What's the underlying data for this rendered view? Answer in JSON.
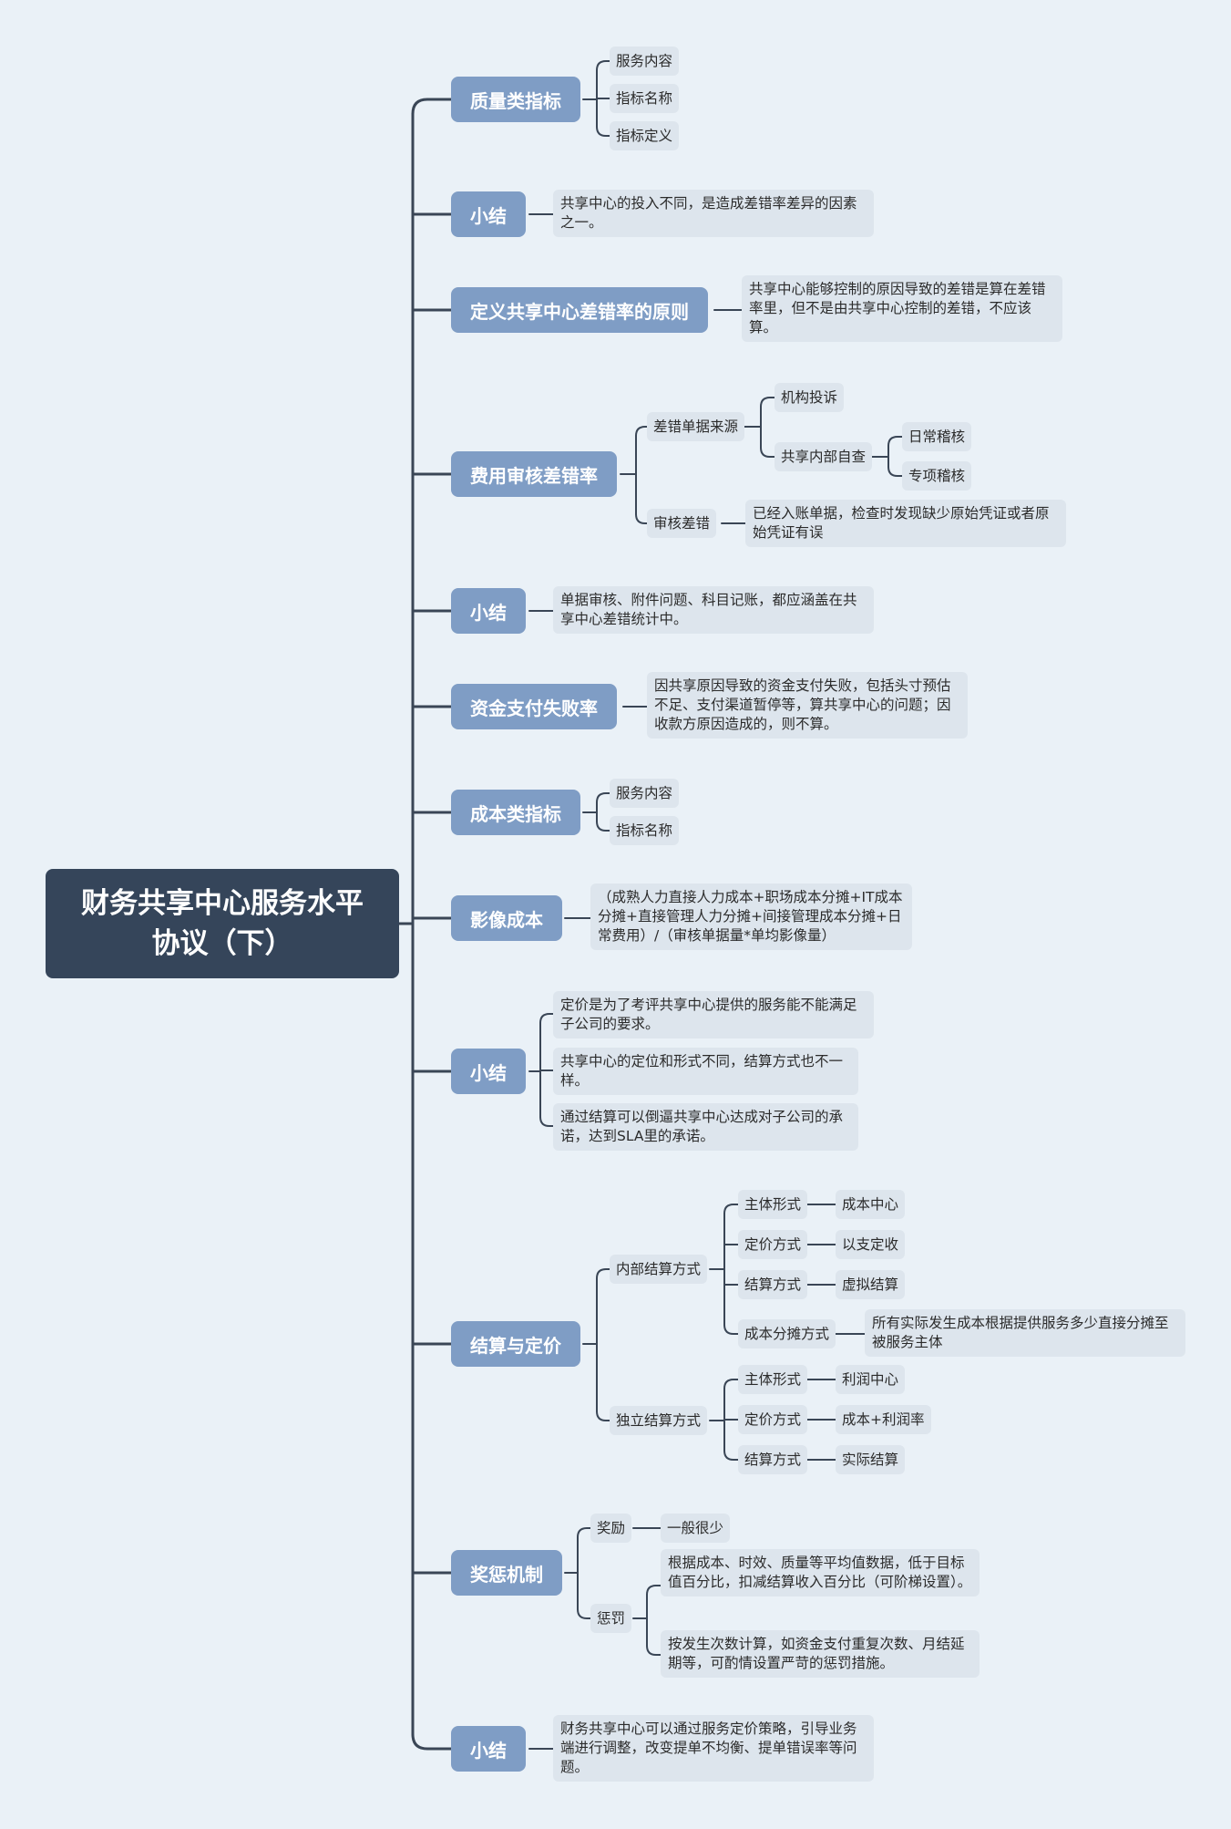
{
  "root": {
    "title": "财务共享中心服务水平协议（下）"
  },
  "quality": {
    "label": "质量类指标",
    "items": [
      "服务内容",
      "指标名称",
      "指标定义"
    ]
  },
  "summary1": {
    "label": "小结",
    "text": "共享中心的投入不同，是造成差错率差异的因素之一。"
  },
  "principle": {
    "label": "定义共享中心差错率的原则",
    "text": "共享中心能够控制的原因导致的差错是算在差错率里，但不是由共享中心控制的差错，不应该算。"
  },
  "expense": {
    "label": "费用审核差错率",
    "source": {
      "label": "差错单据来源",
      "complaint": "机构投诉",
      "internal": "共享内部自查",
      "daily": "日常稽核",
      "special": "专项稽核"
    },
    "audit": {
      "label": "审核差错",
      "text": "已经入账单据，检查时发现缺少原始凭证或者原始凭证有误"
    }
  },
  "summary2": {
    "label": "小结",
    "text": "单据审核、附件问题、科目记账，都应涵盖在共享中心差错统计中。"
  },
  "payment": {
    "label": "资金支付失败率",
    "text": "因共享原因导致的资金支付失败，包括头寸预估不足、支付渠道暂停等，算共享中心的问题；因收款方原因造成的，则不算。"
  },
  "cost": {
    "label": "成本类指标",
    "items": [
      "服务内容",
      "指标名称"
    ]
  },
  "imaging": {
    "label": "影像成本",
    "text": "（成熟人力直接人力成本+职场成本分摊+IT成本分摊+直接管理人力分摊+间接管理成本分摊+日常费用）/（审核单据量*单均影像量）"
  },
  "summary3": {
    "label": "小结",
    "items": [
      "定价是为了考评共享中心提供的服务能不能满足子公司的要求。",
      "共享中心的定位和形式不同，结算方式也不一样。",
      "通过结算可以倒逼共享中心达成对子公司的承诺，达到SLA里的承诺。"
    ]
  },
  "settlement": {
    "label": "结算与定价",
    "internal": {
      "label": "内部结算方式",
      "rows": [
        {
          "k": "主体形式",
          "v": "成本中心"
        },
        {
          "k": "定价方式",
          "v": "以支定收"
        },
        {
          "k": "结算方式",
          "v": "虚拟结算"
        },
        {
          "k": "成本分摊方式",
          "v": "所有实际发生成本根据提供服务多少直接分摊至被服务主体"
        }
      ]
    },
    "independent": {
      "label": "独立结算方式",
      "rows": [
        {
          "k": "主体形式",
          "v": "利润中心"
        },
        {
          "k": "定价方式",
          "v": "成本+利润率"
        },
        {
          "k": "结算方式",
          "v": "实际结算"
        }
      ]
    }
  },
  "reward": {
    "label": "奖惩机制",
    "bonus": {
      "label": "奖励",
      "text": "一般很少"
    },
    "penalty": {
      "label": "惩罚",
      "items": [
        "根据成本、时效、质量等平均值数据，低于目标值百分比，扣减结算收入百分比（可阶梯设置）。",
        "按发生次数计算，如资金支付重复次数、月结延期等，可酌情设置严苛的惩罚措施。"
      ]
    }
  },
  "summary4": {
    "label": "小结",
    "text": "财务共享中心可以通过服务定价策略，引导业务端进行调整，改变提单不均衡、提单错误率等问题。"
  },
  "colors": {
    "background": "#eaf1f7",
    "root": "#35455a",
    "branch": "#7f9dc5",
    "leaf": "#dde5ed",
    "line": "#3a4656"
  }
}
